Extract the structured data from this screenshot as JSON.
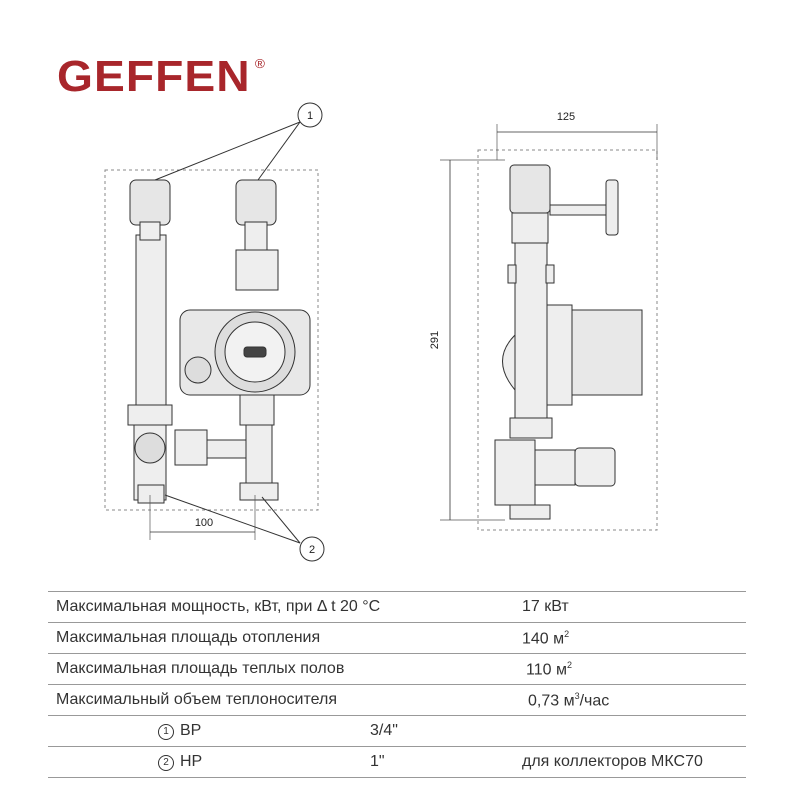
{
  "brand": {
    "name": "GEFFEN",
    "registered": "®",
    "color": "#a8262b"
  },
  "drawing": {
    "callout_1": "1",
    "callout_2": "2",
    "dim_width_front": "100",
    "dim_width_side": "125",
    "dim_height": "291"
  },
  "specs": [
    {
      "label": "Максимальная мощность, кВт, при Δ t 20 °C",
      "value": "17 кВт"
    },
    {
      "label": "Максимальная площадь отопления",
      "value": "140 м",
      "sup": "2"
    },
    {
      "label": "Максимальная площадь теплых полов",
      "value": "110 м",
      "sup": "2"
    },
    {
      "label": "Максимальный объем теплоносителя",
      "value": "0,73 м",
      "sup": "3",
      "suffix": "/час"
    }
  ],
  "connections": [
    {
      "num": "1",
      "type": "ВР",
      "size": "3/4\"",
      "note": ""
    },
    {
      "num": "2",
      "type": "НР",
      "size": "1\"",
      "note": "для коллекторов МКС70"
    }
  ]
}
